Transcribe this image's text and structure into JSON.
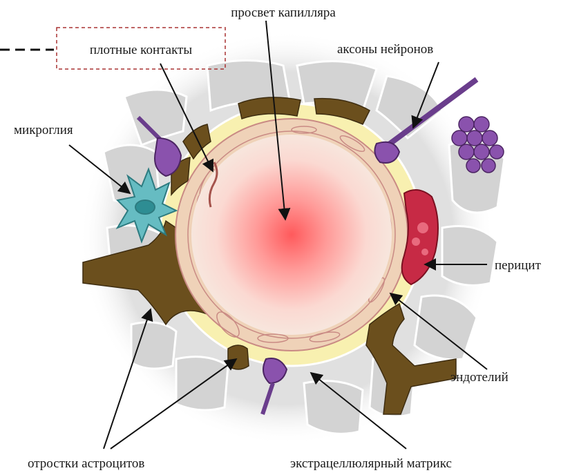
{
  "labels": {
    "lumen": "просвет капилляра",
    "tight_junctions": "плотные контакты",
    "axons": "аксоны нейронов",
    "microglia": "микроглия",
    "pericyte": "перицит",
    "endothelium": "эндотелий",
    "astrocyte_processes": "отростки астроцитов",
    "extracellular_matrix": "экстрацеллюлярный матрикс"
  },
  "colors": {
    "astrocyte": "#6b4f1d",
    "endothelium_outer": "#f0d4bc",
    "endothelium_inner": "#f4dfcb",
    "lumen_center": "#ff6f70",
    "pericyte": "#c72a45",
    "microglia": "#66bcc2",
    "neuron_axon": "#6a3d8c",
    "neuron_bulb": "#8a52ad",
    "basement_membrane": "#f7efaa",
    "tight_junction_box": "#a83232"
  }
}
